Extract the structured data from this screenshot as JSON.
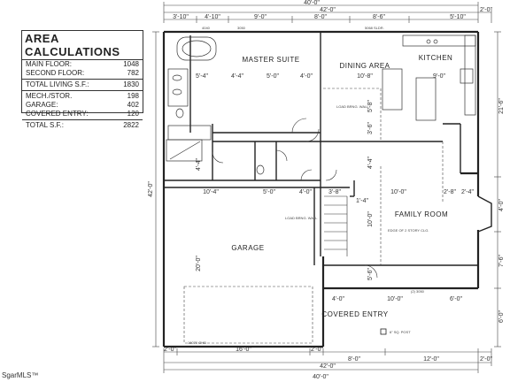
{
  "area_calculations": {
    "title": "AREA CALCULATIONS",
    "rows": [
      {
        "label": "MAIN FLOOR:",
        "value": "1048"
      },
      {
        "label": "SECOND FLOOR:",
        "value": "782"
      },
      {
        "label": "TOTAL LIVING S.F.:",
        "value": "1830",
        "separator": true
      },
      {
        "label": "MECH./STOR.",
        "value": "198",
        "separator": true
      },
      {
        "label": "GARAGE:",
        "value": "402"
      },
      {
        "label": "COVERED ENTRY:",
        "value": "120"
      },
      {
        "label": "TOTAL S.F.:",
        "value": "2822",
        "separator": true
      }
    ]
  },
  "rooms": {
    "master_suite": "MASTER SUITE",
    "dining_area": "DINING AREA",
    "kitchen": "KITCHEN",
    "family_room": "FAMILY ROOM",
    "garage": "GARAGE",
    "covered_entry": "COVERED ENTRY"
  },
  "dimensions": {
    "top_overall_1": "40'-0\"",
    "top_overall_2": "42'-0\"",
    "top_right_offset": "2'-0\"",
    "top_segments": [
      "3'-10\"",
      "4'-10\"",
      "9'-0\"",
      "8'-0\"",
      "8'-6\"",
      "5'-10\""
    ],
    "left_overall": "42'-0\"",
    "right_segments": [
      "21'-6\"",
      "4'-0\"",
      "7'-6\"",
      "6'-0\""
    ],
    "bottom_overall_1": "42'-0\"",
    "bottom_overall_2": "40'-0\"",
    "bottom_segments": [
      "2'-0\"",
      "16'-0\"",
      "2'-0\"",
      "8'-0\"",
      "12'-0\"",
      "2'-0\""
    ],
    "interior": {
      "d_5_4": "5'-4\"",
      "d_4_4a": "4'-4\"",
      "d_5_0a": "5'-0\"",
      "d_4_0a": "4'-0\"",
      "d_10_8": "10'-8\"",
      "d_9_0": "9'-0\"",
      "d_10_4": "10'-4\"",
      "d_5_0b": "5'-0\"",
      "d_4_0b": "4'-0\"",
      "d_3_8": "3'-8\"",
      "d_10_0a": "10'-0\"",
      "d_2_8": "2'-8\"",
      "d_2_4": "2'-4\"",
      "d_1_4": "1'-4\"",
      "d_20_0": "20'-0\"",
      "d_10_0b": "10'-0\"",
      "d_4_0c": "4'-0\"",
      "d_10_0c": "10'-0\"",
      "d_6_0": "6'-0\"",
      "d_4_4b": "4'-4\"",
      "d_5_8": "5'-8\"",
      "d_3_6": "3'-6\"",
      "d_5_6": "5'-6\"",
      "d_4_4c": "4'-4\""
    }
  },
  "notes": {
    "load_brg_wall_1": "LOAD BRNG. WALL",
    "load_brg_wall_2": "LOAD BRNG. WALL",
    "edge_of_story": "EDGE OF 2 STORY CLG.",
    "post": "6\" SQ. POST",
    "window_3050": "3050",
    "window_2_3050": "(2) 3050",
    "garage_door": "16070 OHD",
    "win_4040": "4040",
    "win_5068": "5068 SLDR."
  },
  "footer": {
    "mls": "SgarMLS™"
  }
}
